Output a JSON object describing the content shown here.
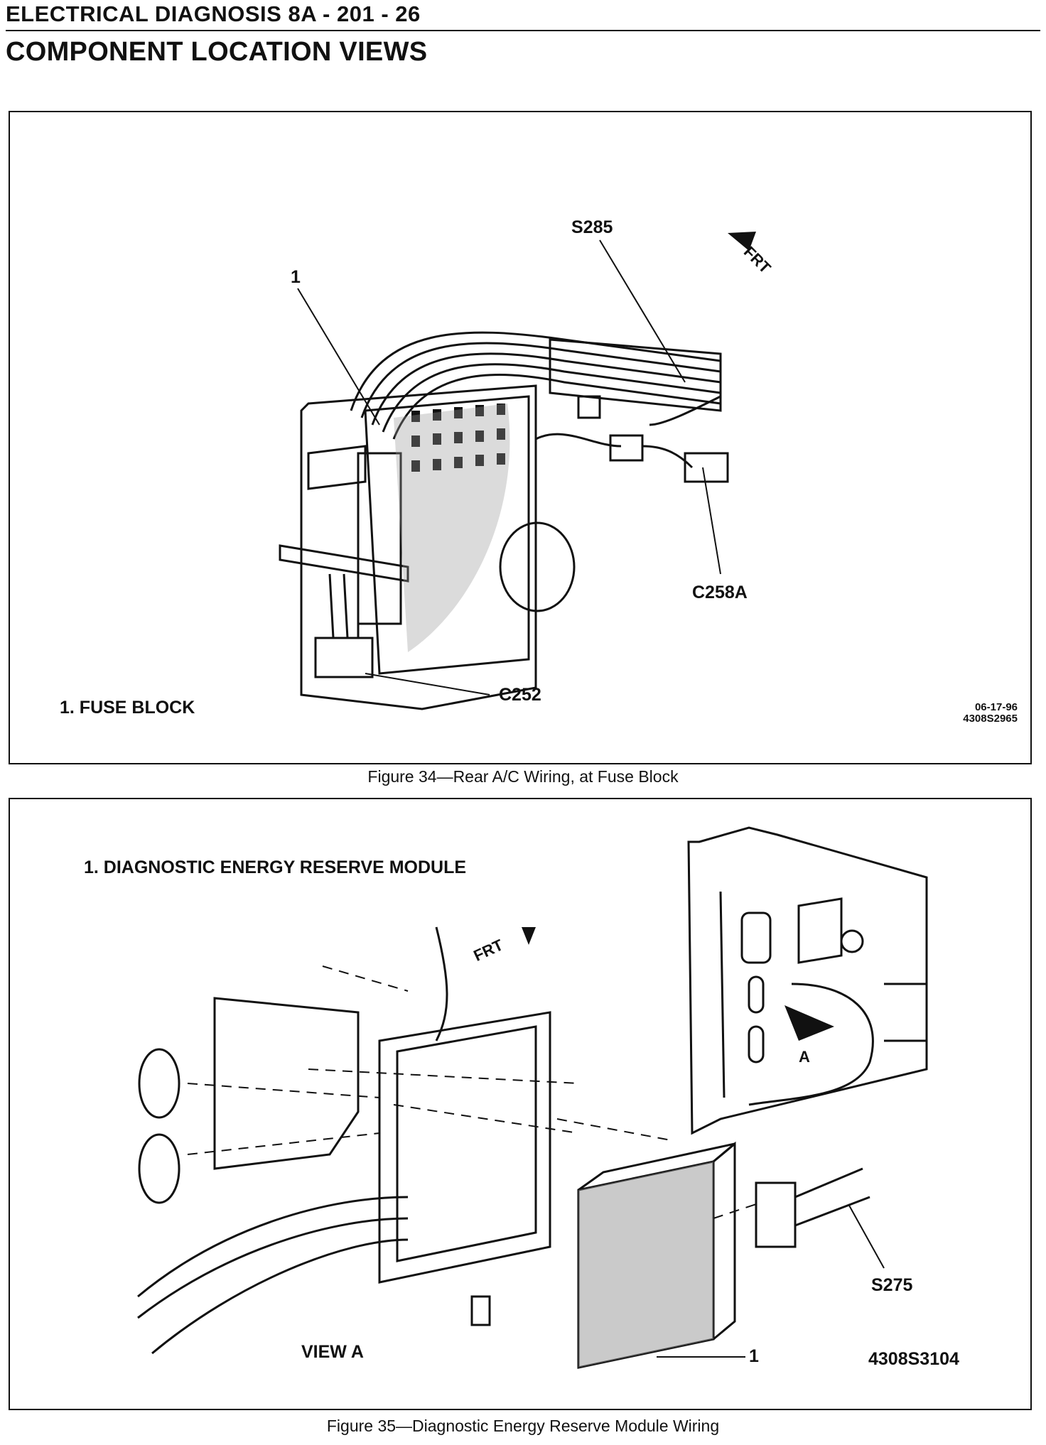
{
  "header": {
    "line1": "ELECTRICAL DIAGNOSIS 8A - 201 - 26",
    "line2": "COMPONENT LOCATION VIEWS"
  },
  "figure34": {
    "caption": "Figure 34—Rear A/C Wiring, at Fuse Block",
    "callouts": {
      "s285": "S285",
      "item1": "1",
      "c258a": "C258A",
      "c252": "C252",
      "frt": "FRT"
    },
    "legend": "1.  FUSE BLOCK",
    "date": "06-17-96",
    "code": "4308S2965"
  },
  "figure35": {
    "caption": "Figure 35—Diagnostic Energy Reserve Module Wiring",
    "legend": "1.  DIAGNOSTIC ENERGY RESERVE MODULE",
    "callouts": {
      "frt": "FRT",
      "a": "A",
      "s275": "S275",
      "item1": "1",
      "view_a": "VIEW  A"
    },
    "code": "4308S3104"
  }
}
